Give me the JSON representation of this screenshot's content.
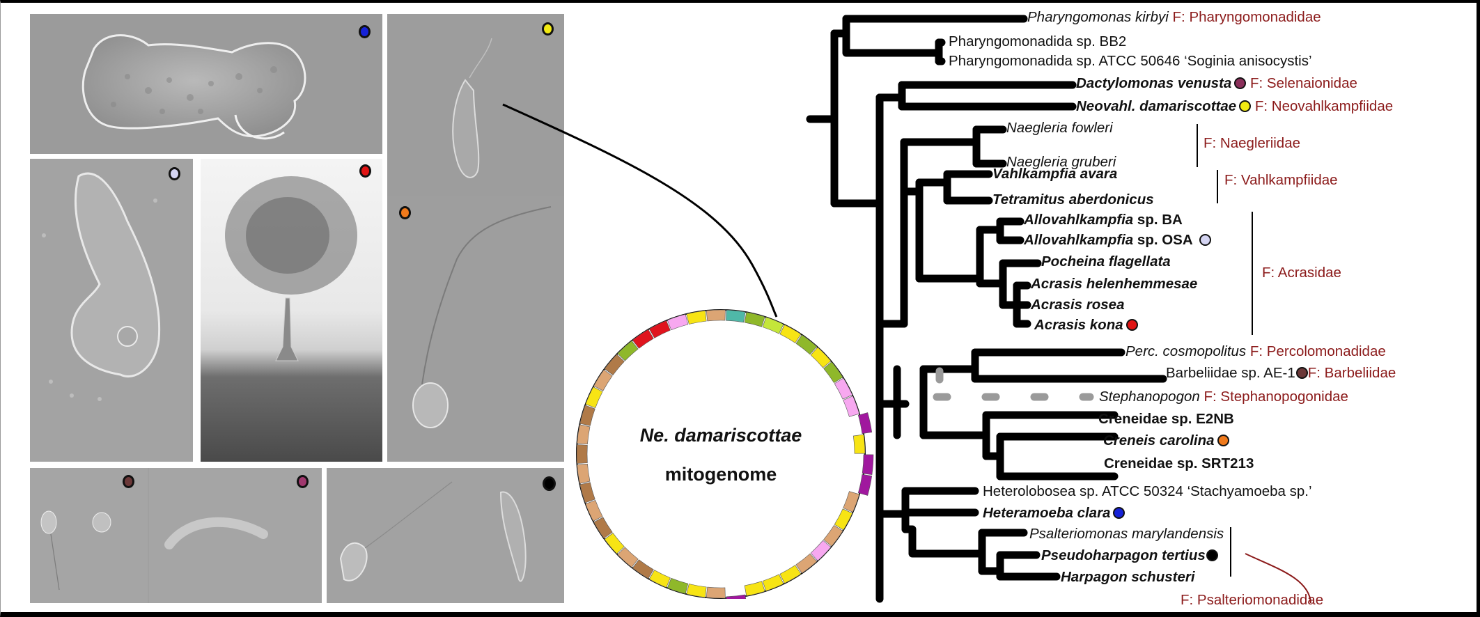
{
  "figure": {
    "center_title_line1": "Ne. damariscottae",
    "center_title_line2": "mitogenome"
  },
  "marker_colors": {
    "blue": "#1622d8",
    "yellow": "#f2ea12",
    "lavender": "#d4d4f2",
    "red": "#e11414",
    "orange": "#f07a1c",
    "darkbrown": "#6b3838",
    "magenta": "#a0386e",
    "black": "#000000",
    "maroon_venusta": "#8a2f5a"
  },
  "panels": [
    {
      "id": "heteramoeba-clara",
      "marker": "blue",
      "kind": "amoeba DIC micrograph"
    },
    {
      "id": "neovahlkampfia-damariscottae",
      "marker": "yellow",
      "kind": "flagellate DIC micrograph"
    },
    {
      "id": "allovahlkampfia-osa",
      "marker": "lavender",
      "kind": "amoeba DIC micrograph"
    },
    {
      "id": "acrasis-kona",
      "marker": "red",
      "kind": "sorocarp micrograph"
    },
    {
      "id": "creneis-carolina",
      "marker": "orange",
      "kind": "flagellate DIC micrograph"
    },
    {
      "id": "barbeliidae-ae1",
      "marker": "darkbrown",
      "kind": "flagellate DIC micrograph"
    },
    {
      "id": "dactylomonas-venusta",
      "marker": "magenta",
      "kind": "flagellate DIC micrograph"
    },
    {
      "id": "pseudoharpagon-tertius",
      "marker": "black",
      "kind": "flagellate DIC micrograph"
    }
  ],
  "tree": {
    "taxa": [
      {
        "name": "Pharyngomonas kirbyi",
        "style": "italic",
        "family": "F: Pharyngomonadidae"
      },
      {
        "name": "Pharyngomonadida sp. BB2",
        "style": "normal"
      },
      {
        "name": "Pharyngomonadida sp. ATCC 50646 ‘Soginia anisocystis’",
        "style": "normal"
      },
      {
        "name": "Dactylomonas venusta",
        "style": "bold-italic",
        "marker": "maroon_venusta",
        "family": "F: Selenaionidae"
      },
      {
        "name": "Neovahl. damariscottae",
        "style": "bold-italic",
        "marker": "yellow",
        "family": "F: Neovahlkampfiidae"
      },
      {
        "name": "Naegleria fowleri",
        "style": "italic"
      },
      {
        "name": "Naegleria gruberi",
        "style": "italic"
      },
      {
        "name": "Vahlkampfia avara",
        "style": "bold-italic"
      },
      {
        "name": "Tetramitus aberdonicus",
        "style": "bold-italic"
      },
      {
        "name": "Allovahlkampfia",
        "suffix": " sp. BA",
        "style": "bold-italic"
      },
      {
        "name": "Allovahlkampfia",
        "suffix": " sp. OSA",
        "style": "bold-italic",
        "marker": "lavender"
      },
      {
        "name": "Pocheina flagellata",
        "style": "bold-italic"
      },
      {
        "name": "Acrasis helenhemmesae",
        "style": "bold-italic"
      },
      {
        "name": "Acrasis rosea",
        "style": "bold-italic"
      },
      {
        "name": "Acrasis kona",
        "style": "bold-italic",
        "marker": "red"
      },
      {
        "name": "Perc. cosmopolitus",
        "style": "italic",
        "family": "F: Percolomonadidae"
      },
      {
        "name": "Barbeliidae sp. AE-1",
        "style": "normal",
        "marker": "darkbrown",
        "family": "F: Barbeliidae"
      },
      {
        "name": "Stephanopogon",
        "style": "italic",
        "family": "F: Stephanopogonidae"
      },
      {
        "name": "Creneidae sp. E2NB",
        "style": "bold"
      },
      {
        "name": "Creneis carolina",
        "style": "bold-italic",
        "marker": "orange"
      },
      {
        "name": "Creneidae sp. SRT213",
        "style": "bold"
      },
      {
        "name": "Heterolobosea sp. ATCC 50324 ‘Stachyamoeba sp.’",
        "style": "normal"
      },
      {
        "name": "Heteramoeba clara",
        "style": "bold-italic",
        "marker": "blue"
      },
      {
        "name": "Psalteriomonas marylandensis",
        "style": "italic"
      },
      {
        "name": "Pseudoharpagon tertius",
        "style": "bold-italic",
        "marker": "black"
      },
      {
        "name": "Harpagon schusteri",
        "style": "bold-italic"
      }
    ],
    "bracket_families": [
      {
        "label": "F: Naegleriidae"
      },
      {
        "label": "F: Vahlkampfiidae"
      },
      {
        "label": "F: Acrasidae"
      },
      {
        "label": "F: Psalteriomonadidae"
      }
    ]
  },
  "mitogenome_segments": [
    {
      "color": "#e0141e"
    },
    {
      "color": "#f7a8f0"
    },
    {
      "color": "#f7e414"
    },
    {
      "color": "#dca574"
    },
    {
      "color": "#4fb8a8"
    },
    {
      "color": "#8fb82a"
    },
    {
      "color": "#c4e63a"
    },
    {
      "color": "#f7e414"
    },
    {
      "color": "#8fb82a"
    },
    {
      "color": "#f7e414"
    },
    {
      "color": "#8fb82a"
    },
    {
      "color": "#f7a8f0"
    },
    {
      "color": "#f7a8f0"
    },
    {
      "color": "#a0189e"
    },
    {
      "color": "#f7e414"
    },
    {
      "color": "#a0189e"
    },
    {
      "color": "#a0189e"
    },
    {
      "color": "#dca574"
    },
    {
      "color": "#f7e414"
    },
    {
      "color": "#dca574"
    },
    {
      "color": "#f7a8f0"
    },
    {
      "color": "#dca574"
    },
    {
      "color": "#f7e414"
    },
    {
      "color": "#f7e414"
    },
    {
      "color": "#f7e414"
    },
    {
      "color": "#a0189e"
    },
    {
      "color": "#dca574"
    },
    {
      "color": "#f7e414"
    },
    {
      "color": "#8fb82a"
    },
    {
      "color": "#f7e414"
    },
    {
      "color": "#b07a48"
    },
    {
      "color": "#dca574"
    },
    {
      "color": "#f7e414"
    },
    {
      "color": "#b07a48"
    },
    {
      "color": "#dca574"
    },
    {
      "color": "#b07a48"
    },
    {
      "color": "#dca574"
    },
    {
      "color": "#b07a48"
    },
    {
      "color": "#dca574"
    },
    {
      "color": "#b07a48"
    },
    {
      "color": "#f7e414"
    },
    {
      "color": "#dca574"
    },
    {
      "color": "#b07a48"
    },
    {
      "color": "#8fb82a"
    },
    {
      "color": "#e0141e"
    }
  ]
}
